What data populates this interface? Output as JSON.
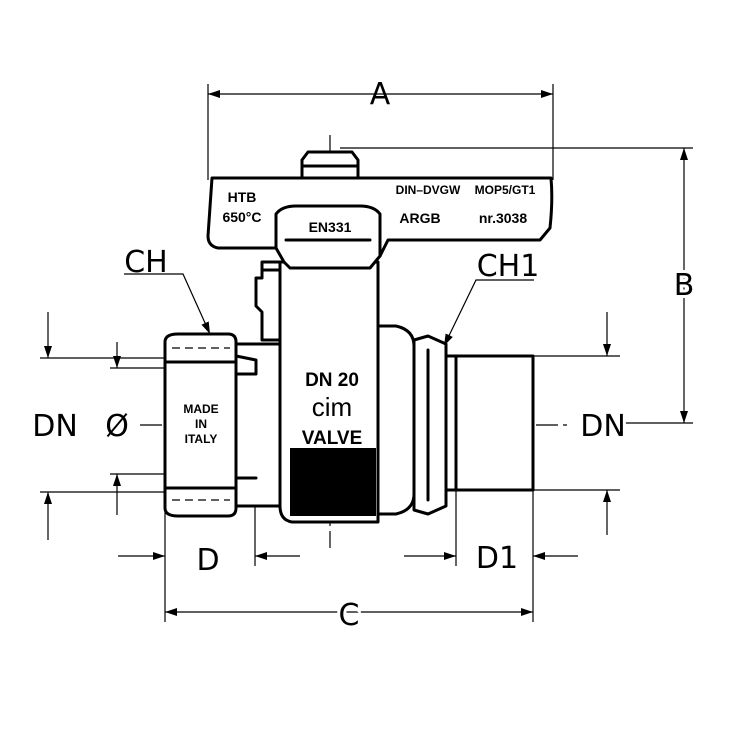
{
  "dimensions": {
    "a": "A",
    "b": "B",
    "c": "C",
    "d": "D",
    "d1": "D1",
    "ch": "CH",
    "ch1": "CH1",
    "dn_left": "DN",
    "dia": "Ø",
    "dn_right": "DN"
  },
  "handle_markings": {
    "htb": "HTB",
    "temp": "650°C",
    "standard": "EN331",
    "approval": "DIN–DVGW",
    "mop": "MOP5/GT1",
    "argb": "ARGB",
    "number": "nr.3038"
  },
  "nut_markings": {
    "line1": "MADE",
    "line2": "IN",
    "line3": "ITALY"
  },
  "body_markings": {
    "size": "DN  20",
    "brand": "cim",
    "word": "VALVE"
  }
}
